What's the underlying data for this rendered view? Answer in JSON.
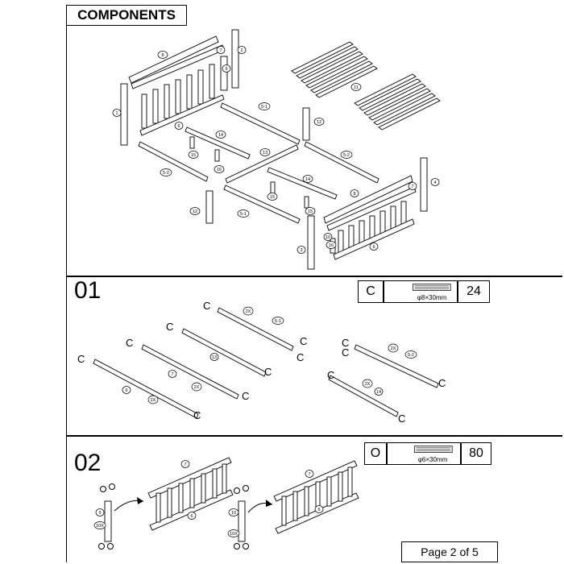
{
  "components": {
    "title": "COMPONENTS",
    "callouts": [
      {
        "id": "c8a",
        "text": "8"
      },
      {
        "id": "c7a",
        "text": "7"
      },
      {
        "id": "c2",
        "text": "2"
      },
      {
        "id": "c9",
        "text": "9"
      },
      {
        "id": "c1",
        "text": "1"
      },
      {
        "id": "c6a",
        "text": "6"
      },
      {
        "id": "c51a",
        "text": "5-1"
      },
      {
        "id": "c12a",
        "text": "12"
      },
      {
        "id": "c14a",
        "text": "14"
      },
      {
        "id": "c13",
        "text": "13"
      },
      {
        "id": "c15a",
        "text": "15"
      },
      {
        "id": "c16a",
        "text": "16"
      },
      {
        "id": "c52a",
        "text": "5-2"
      },
      {
        "id": "c52b",
        "text": "5-2"
      },
      {
        "id": "c14b",
        "text": "14"
      },
      {
        "id": "c15b",
        "text": "15"
      },
      {
        "id": "c8b",
        "text": "8"
      },
      {
        "id": "c7b",
        "text": "7"
      },
      {
        "id": "c4",
        "text": "4"
      },
      {
        "id": "c12b",
        "text": "12"
      },
      {
        "id": "c51b",
        "text": "5-1"
      },
      {
        "id": "c15c",
        "text": "15"
      },
      {
        "id": "c10",
        "text": "10"
      },
      {
        "id": "c16b",
        "text": "16"
      },
      {
        "id": "c3",
        "text": "3"
      },
      {
        "id": "c6b",
        "text": "6"
      },
      {
        "id": "c11",
        "text": "11"
      }
    ]
  },
  "step01": {
    "number": "01",
    "hardware": {
      "letter": "C",
      "spec": "φ8×30mm",
      "qty": "24"
    },
    "c_letter": "C",
    "callouts": [
      {
        "id": "s1",
        "text": "5-1"
      },
      {
        "id": "s2",
        "text": "2X"
      },
      {
        "id": "s3",
        "text": "13"
      },
      {
        "id": "s4",
        "text": "7"
      },
      {
        "id": "s5",
        "text": "2X"
      },
      {
        "id": "s6",
        "text": "6"
      },
      {
        "id": "s7",
        "text": "2X"
      },
      {
        "id": "s8",
        "text": "2X"
      },
      {
        "id": "s9",
        "text": "5-2"
      },
      {
        "id": "s10",
        "text": "2X"
      },
      {
        "id": "s11",
        "text": "14"
      }
    ]
  },
  "step02": {
    "number": "02",
    "hardware": {
      "letter": "O",
      "spec": "φ6×30mm",
      "qty": "80"
    },
    "o_letter": "O",
    "callouts": [
      {
        "id": "t1",
        "text": "9"
      },
      {
        "id": "t2",
        "text": "10X"
      },
      {
        "id": "t3",
        "text": "7"
      },
      {
        "id": "t4",
        "text": "6"
      },
      {
        "id": "t5",
        "text": "10"
      },
      {
        "id": "t6",
        "text": "10X"
      },
      {
        "id": "t7",
        "text": "7"
      },
      {
        "id": "t8",
        "text": "6"
      }
    ]
  },
  "footer": {
    "page": "Page 2 of 5"
  }
}
